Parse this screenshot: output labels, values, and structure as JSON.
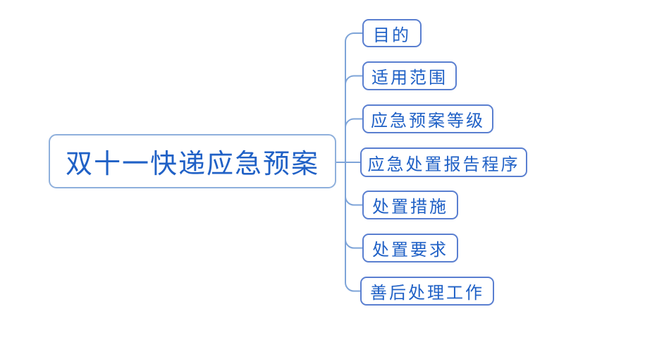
{
  "colors": {
    "background": "#ffffff",
    "text": "#2061c6",
    "child_border": "#5a7fd0",
    "root_border": "#8fb0dc",
    "connector_line": "#7ea4d8"
  },
  "mindmap": {
    "root": {
      "label": "双十一快递应急预案"
    },
    "children": [
      {
        "label": "目的"
      },
      {
        "label": "适用范围"
      },
      {
        "label": "应急预案等级"
      },
      {
        "label": "应急处置报告程序"
      },
      {
        "label": "处置措施"
      },
      {
        "label": "处置要求"
      },
      {
        "label": "善后处理工作"
      }
    ]
  }
}
